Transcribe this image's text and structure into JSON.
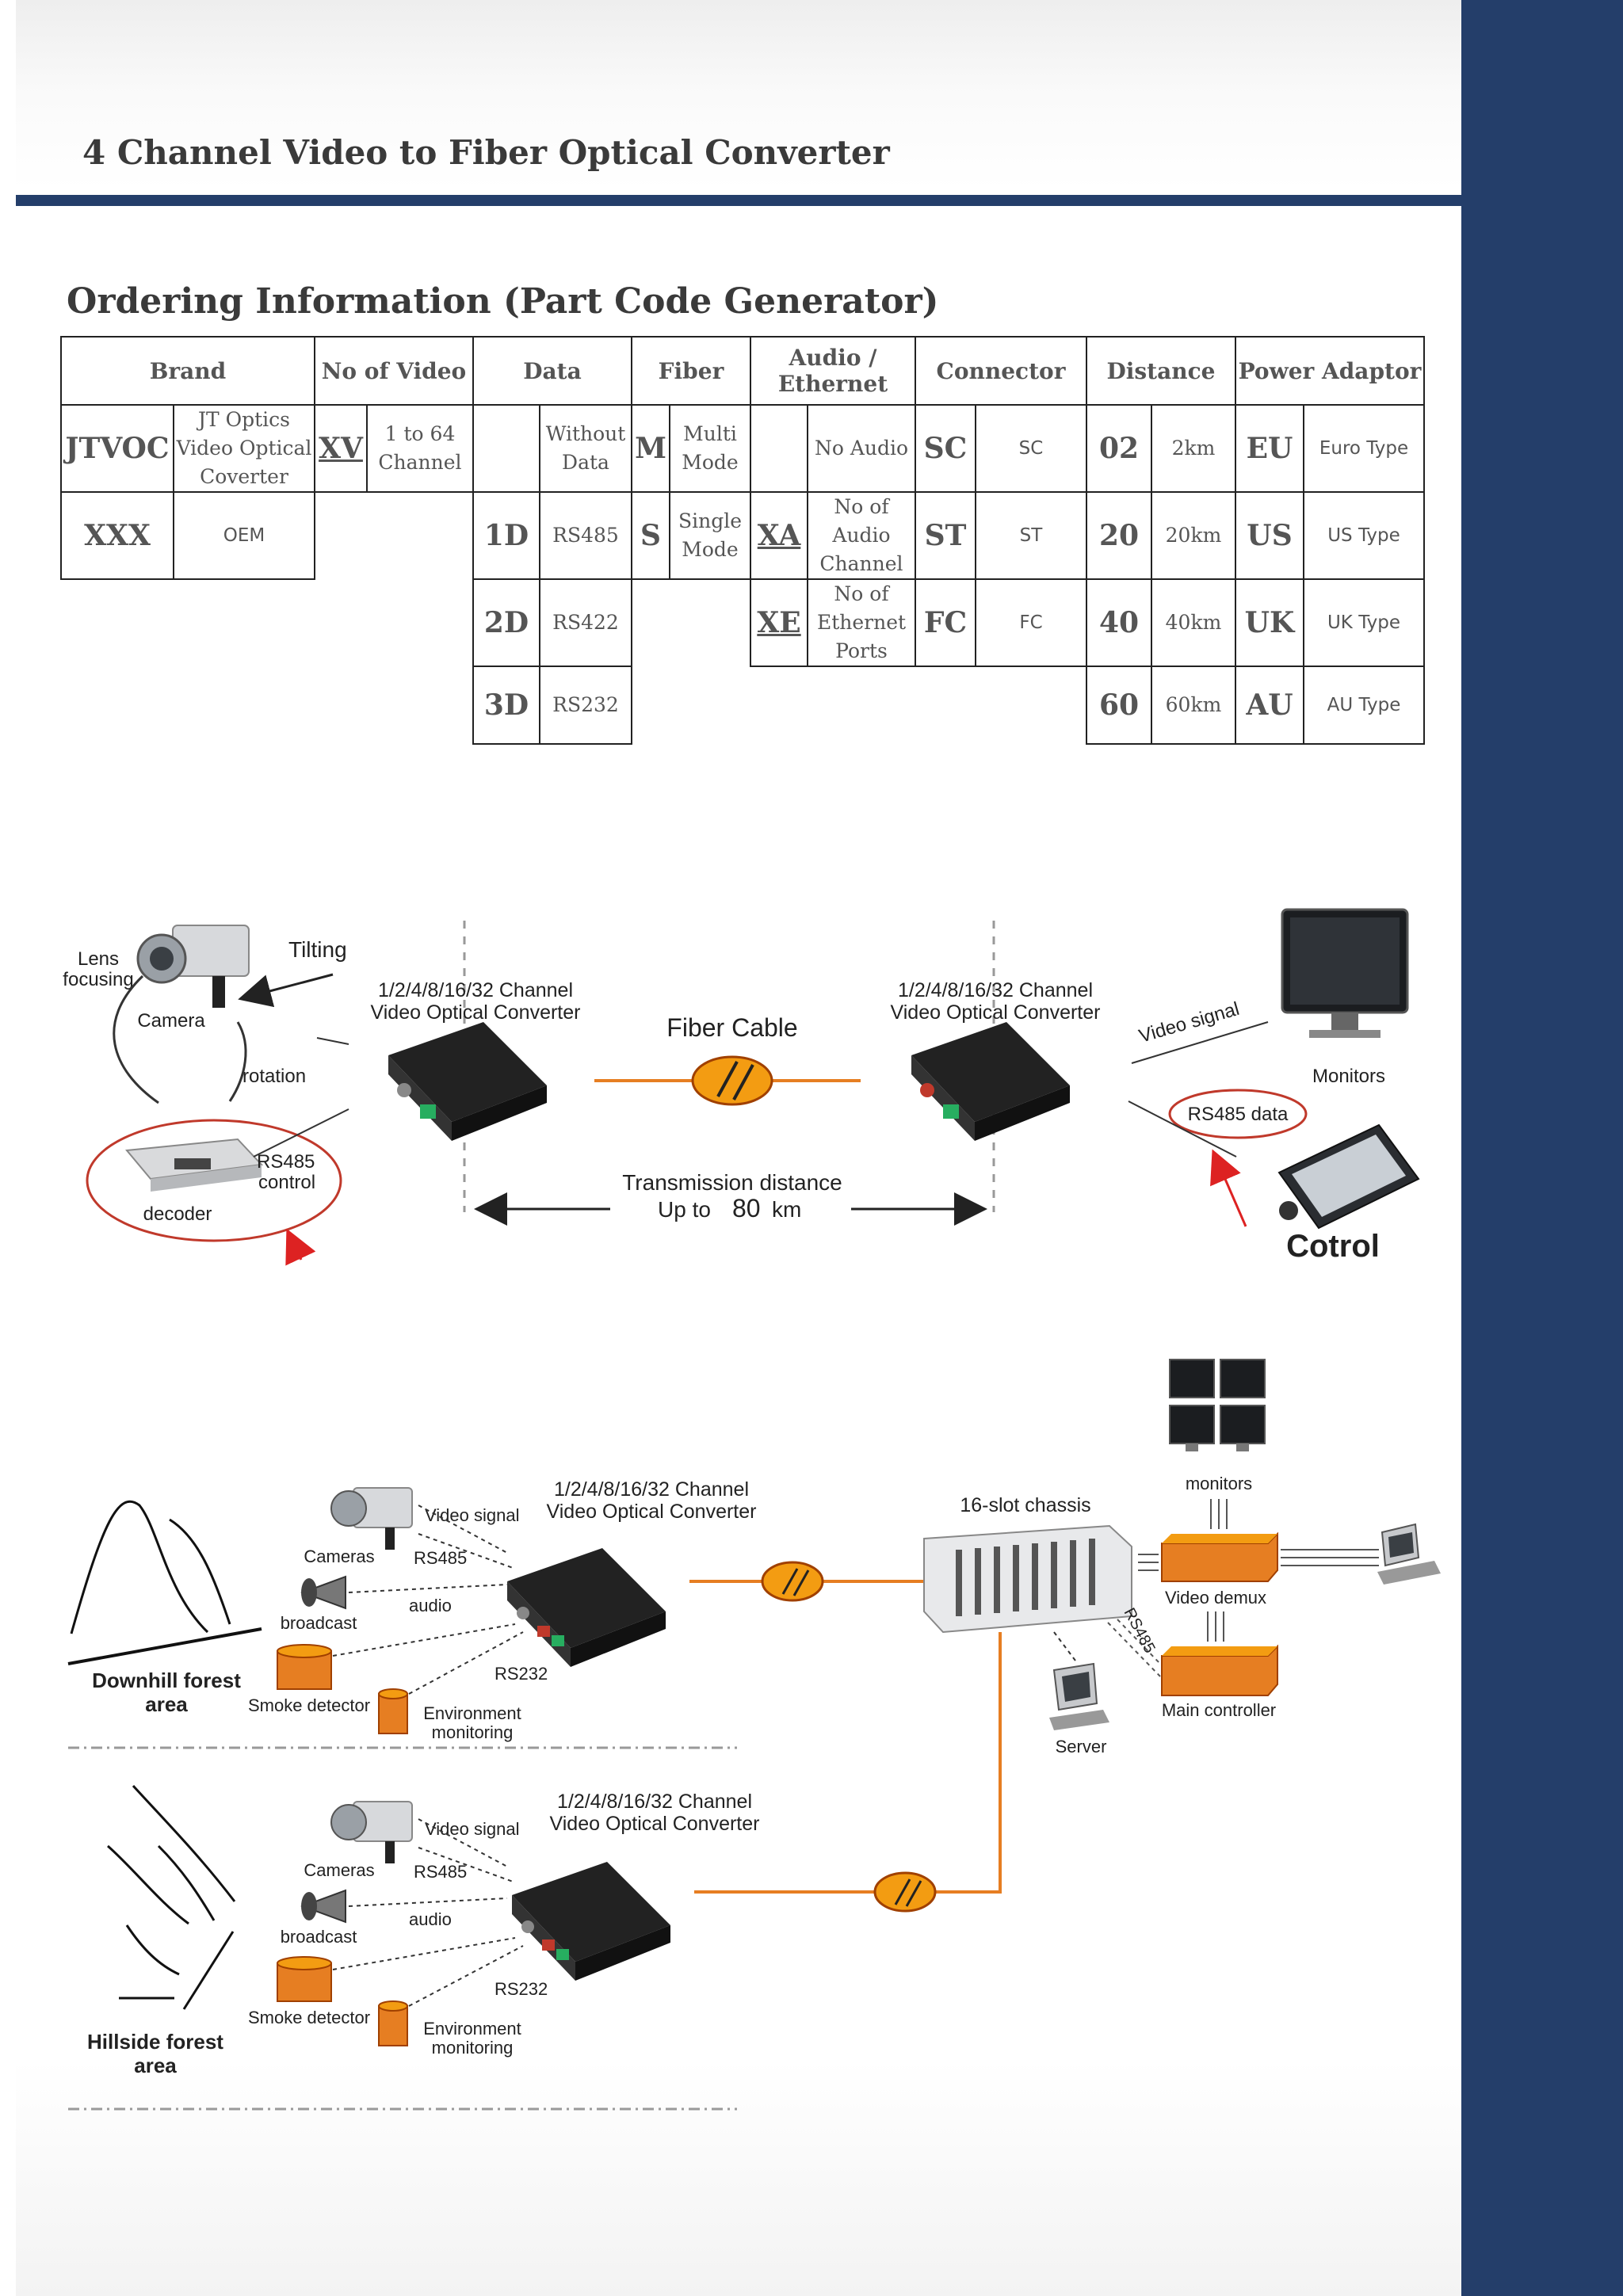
{
  "header": {
    "title": "4 Channel Video to Fiber Optical Converter"
  },
  "ordering": {
    "title": "Ordering Information (Part Code Generator)",
    "columns": [
      "Brand",
      "No of Video",
      "Data",
      "Fiber",
      "Audio / Ethernet",
      "Connector",
      "Distance",
      "Power Adaptor"
    ],
    "brand": [
      {
        "code": "JTVOC",
        "desc": "JT Optics Video Optical Coverter"
      },
      {
        "code": "XXX",
        "desc": "OEM"
      }
    ],
    "video": [
      {
        "code": "XV",
        "desc": "1 to 64 Channel"
      }
    ],
    "data": [
      {
        "code": "",
        "desc": "Without Data"
      },
      {
        "code": "1D",
        "desc": "RS485"
      },
      {
        "code": "2D",
        "desc": "RS422"
      },
      {
        "code": "3D",
        "desc": "RS232"
      }
    ],
    "fiber": [
      {
        "code": "M",
        "desc": "Multi Mode"
      },
      {
        "code": "S",
        "desc": "Single Mode"
      }
    ],
    "audio": [
      {
        "code": "",
        "desc": "No Audio"
      },
      {
        "code": "XA",
        "desc": "No of Audio Channel"
      },
      {
        "code": "XE",
        "desc": "No of Ethernet Ports"
      }
    ],
    "connector": [
      {
        "code": "SC",
        "desc": "SC"
      },
      {
        "code": "ST",
        "desc": "ST"
      },
      {
        "code": "FC",
        "desc": "FC"
      }
    ],
    "distance": [
      {
        "code": "02",
        "desc": "2km"
      },
      {
        "code": "20",
        "desc": "20km"
      },
      {
        "code": "40",
        "desc": "40km"
      },
      {
        "code": "60",
        "desc": "60km"
      }
    ],
    "power": [
      {
        "code": "EU",
        "desc": "Euro Type"
      },
      {
        "code": "US",
        "desc": "US Type"
      },
      {
        "code": "UK",
        "desc": "UK Type"
      },
      {
        "code": "AU",
        "desc": "AU Type"
      }
    ]
  },
  "diagram1": {
    "lens": "Lens focusing",
    "camera": "Camera",
    "tilting": "Tilting",
    "rotation": "rotation",
    "rs485_control": "RS485 control",
    "decoder": "decoder",
    "converter_left": "1/2/4/8/16/32 Channel Video Optical Converter",
    "converter_right": "1/2/4/8/16/32 Channel Video Optical Converter",
    "fiber_cable": "Fiber Cable",
    "transmission": "Transmission distance",
    "up_to": "Up to",
    "distance_value": "80",
    "distance_unit": "km",
    "video_signal": "Video signal",
    "monitors": "Monitors",
    "rs485_data": "RS485 data",
    "control": "Cotrol"
  },
  "diagram2": {
    "converter_top": "1/2/4/8/16/32 Channel Video Optical Converter",
    "converter_bottom": "1/2/4/8/16/32 Channel Video Optical Converter",
    "video_signal": "Video signal",
    "cameras": "Cameras",
    "rs485": "RS485",
    "audio": "audio",
    "broadcast": "broadcast",
    "rs232": "RS232",
    "smoke_detector": "Smoke detector",
    "environment": "Environment monitoring",
    "downhill": "Downhill forest area",
    "hillside": "Hillside forest area",
    "chassis": "16-slot chassis",
    "monitors": "monitors",
    "video_demux": "Video demux",
    "main_controller": "Main controller",
    "server": "Server",
    "rs485_vertical": "RS485"
  }
}
